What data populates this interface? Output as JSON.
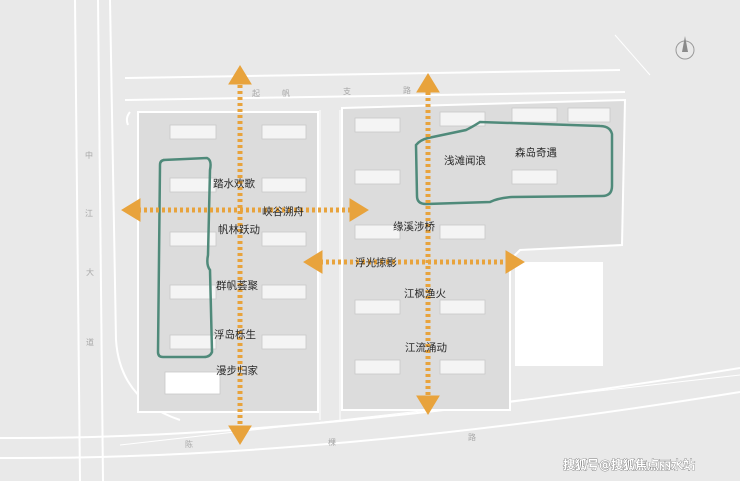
{
  "map": {
    "spot_labels": [
      "踏水欢歌",
      "峡谷溯舟",
      "帆林跃动",
      "群帆荟聚",
      "浮岛栎生",
      "漫步归家",
      "浅滩闻浪",
      "森岛奇遇",
      "缘溪涉桥",
      "浮光掠影",
      "江枫渔火",
      "江流涌动"
    ],
    "road_names": {
      "north": [
        "起",
        "帆",
        "支",
        "路"
      ],
      "west": [
        "中",
        "江",
        "大",
        "道"
      ],
      "south": [
        "陈",
        "棵",
        "路"
      ]
    },
    "colors": {
      "background": "#e9e9e9",
      "site": "#dcdcdc",
      "road_line": "#ffffff",
      "loop_path": "#4f8a7a",
      "axis_arrow": "#e8a33c",
      "building": "#f4f4f4",
      "empty_plot": "#ffffff"
    },
    "icons": [
      "compass-icon"
    ]
  },
  "watermark": "搜狐号@搜狐焦点丽水站"
}
